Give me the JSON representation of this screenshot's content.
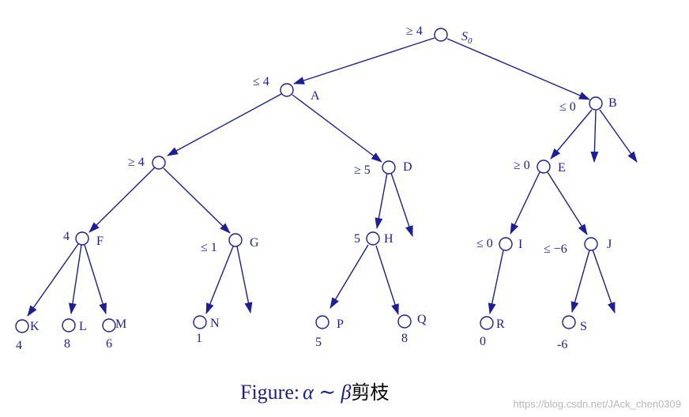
{
  "colors": {
    "ink": "#1c1c9e",
    "caption_cjk": "#000000",
    "watermark": "#b8b8b8"
  },
  "nodes": {
    "S0": {
      "name": "S",
      "sub": "0",
      "bound": "≥ 4"
    },
    "A": {
      "name": "A",
      "bound": "≤ 4"
    },
    "B": {
      "name": "B",
      "bound": "≤ 0"
    },
    "C": {
      "bound": "≥ 4"
    },
    "D": {
      "name": "D",
      "bound": "≥ 5"
    },
    "E": {
      "name": "E",
      "bound": "≥ 0"
    },
    "F": {
      "name": "F",
      "bound": "4"
    },
    "G": {
      "name": "G",
      "bound": "≤ 1"
    },
    "H": {
      "name": "H",
      "bound": "5"
    },
    "I": {
      "name": "I",
      "bound": "≤ 0"
    },
    "J": {
      "name": "J",
      "bound": "≤ −6"
    },
    "K": {
      "name": "K",
      "value": "4"
    },
    "L": {
      "name": "L",
      "value": "8"
    },
    "M": {
      "name": "M",
      "value": "6"
    },
    "N": {
      "name": "N",
      "value": "1"
    },
    "P": {
      "name": "P",
      "value": "5"
    },
    "Q": {
      "name": "Q",
      "value": "8"
    },
    "R": {
      "name": "R",
      "value": "0"
    },
    "S": {
      "name": "S",
      "value": "-6"
    }
  },
  "caption": {
    "prefix": "Figure:",
    "math": "α ∼ β",
    "cjk": "剪枝"
  },
  "watermark": "https://blog.csdn.net/JAck_chen0309"
}
